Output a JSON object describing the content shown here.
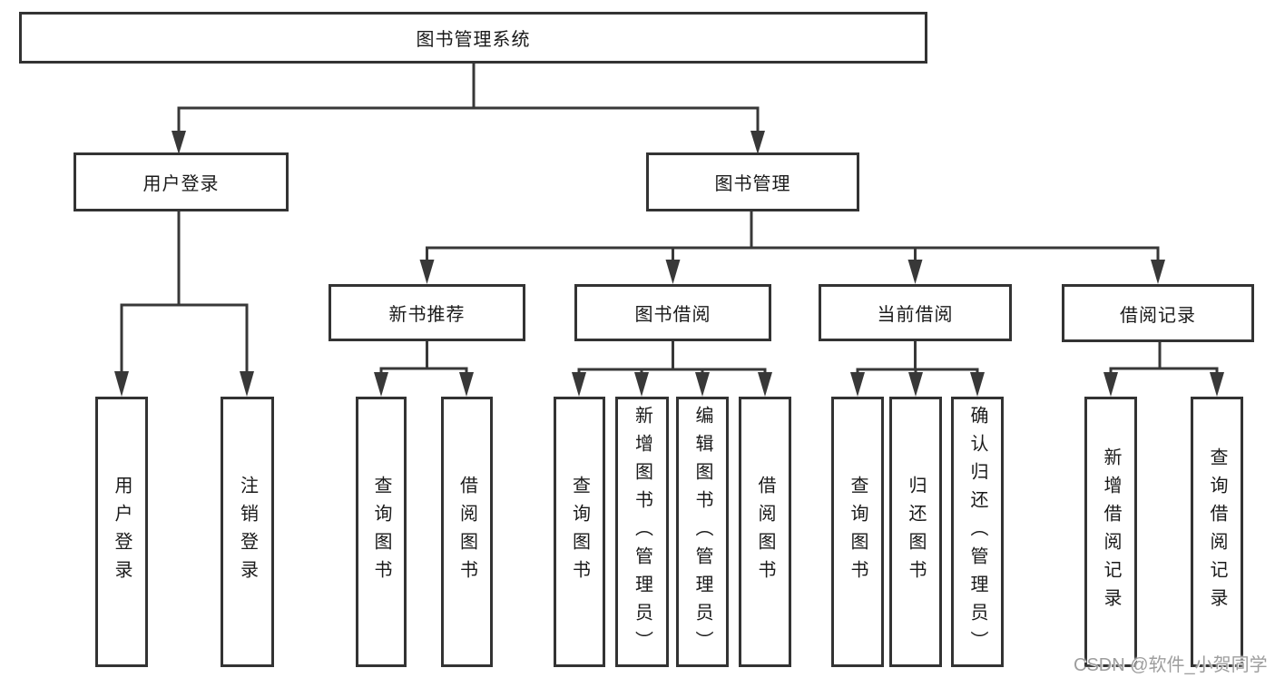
{
  "colors": {
    "background": "#ffffff",
    "line": "#383838",
    "box_border": "#333333",
    "box_fill": "#ffffff",
    "text": "#1a1a1a",
    "watermark": "#9e9e9e"
  },
  "tree": {
    "label": "图书管理系统",
    "children": [
      {
        "label": "用户登录",
        "children": [
          {
            "label": "用户登录"
          },
          {
            "label": "注销登录"
          }
        ]
      },
      {
        "label": "图书管理",
        "children": [
          {
            "label": "新书推荐",
            "children": [
              {
                "label": "查询图书"
              },
              {
                "label": "借阅图书"
              }
            ]
          },
          {
            "label": "图书借阅",
            "children": [
              {
                "label": "查询图书"
              },
              {
                "label": "新增图书（管理员）"
              },
              {
                "label": "编辑图书（管理员）"
              },
              {
                "label": "借阅图书"
              }
            ]
          },
          {
            "label": "当前借阅",
            "children": [
              {
                "label": "查询图书"
              },
              {
                "label": "归还图书"
              },
              {
                "label": "确认归还（管理员）"
              }
            ]
          },
          {
            "label": "借阅记录",
            "children": [
              {
                "label": "新增借阅记录"
              },
              {
                "label": "查询借阅记录"
              }
            ]
          }
        ]
      }
    ]
  },
  "watermark": {
    "text": "CSDN @软件_小贺同学"
  }
}
